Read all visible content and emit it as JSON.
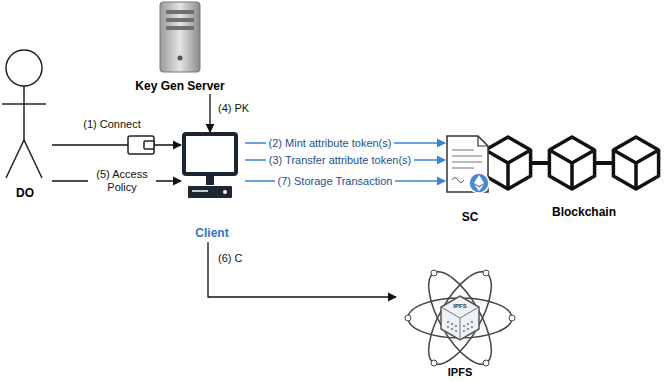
{
  "diagram": {
    "nodes": [
      {
        "text": [
          "DO"
        ]
      },
      {
        "text": [
          "Key Gen Server"
        ]
      },
      {
        "text": [
          "Client"
        ]
      },
      {
        "text": [
          "SC"
        ]
      },
      {
        "text": [
          "Blockchain"
        ]
      },
      {
        "text": [
          "IPFS"
        ]
      }
    ],
    "edges": [
      {
        "from": 0,
        "to": 2,
        "label": "(1) Connect",
        "arrow": "to"
      },
      {
        "from": 2,
        "to": 3,
        "label": "(2) Mint attribute token(s)",
        "arrow": "to"
      },
      {
        "from": 2,
        "to": 3,
        "label": "(3) Transfer attribute token(s)",
        "arrow": "to"
      },
      {
        "from": 1,
        "to": 2,
        "label": "(4) PK",
        "arrow": "to"
      },
      {
        "from": 0,
        "to": 2,
        "label": "(5) Access Policy",
        "arrow": "to"
      },
      {
        "from": 2,
        "to": 5,
        "label": "(6) C",
        "arrow": "to"
      },
      {
        "from": 2,
        "to": 3,
        "label": "(7) Storage Transaction",
        "arrow": "to"
      }
    ],
    "labels": [
      "IPFS"
    ]
  }
}
